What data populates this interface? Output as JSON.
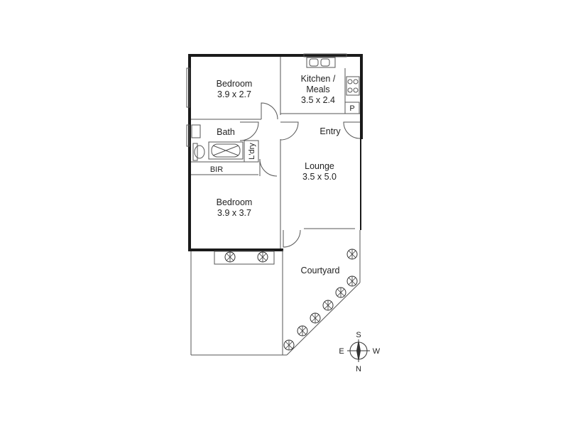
{
  "rooms": [
    {
      "key": "bedroom1",
      "name": "Bedroom",
      "size": "3.9 x 2.7"
    },
    {
      "key": "kitchen",
      "name_line1": "Kitchen /",
      "name_line2": "Meals",
      "size": "3.5 x 2.4"
    },
    {
      "key": "bath",
      "name": "Bath"
    },
    {
      "key": "laundry",
      "name": "L'dry"
    },
    {
      "key": "bir",
      "name": "BIR"
    },
    {
      "key": "entry",
      "name": "Entry"
    },
    {
      "key": "pantry",
      "name": "P"
    },
    {
      "key": "lounge",
      "name": "Lounge",
      "size": "3.5 x 5.0"
    },
    {
      "key": "bedroom2",
      "name": "Bedroom",
      "size": "3.9 x 3.7"
    },
    {
      "key": "courtyard",
      "name": "Courtyard"
    }
  ],
  "compass": {
    "north": "N",
    "south": "S",
    "east": "E",
    "west": "W"
  },
  "colors": {
    "wall": "#1a1a1a",
    "line": "#555555",
    "background": "#ffffff"
  }
}
